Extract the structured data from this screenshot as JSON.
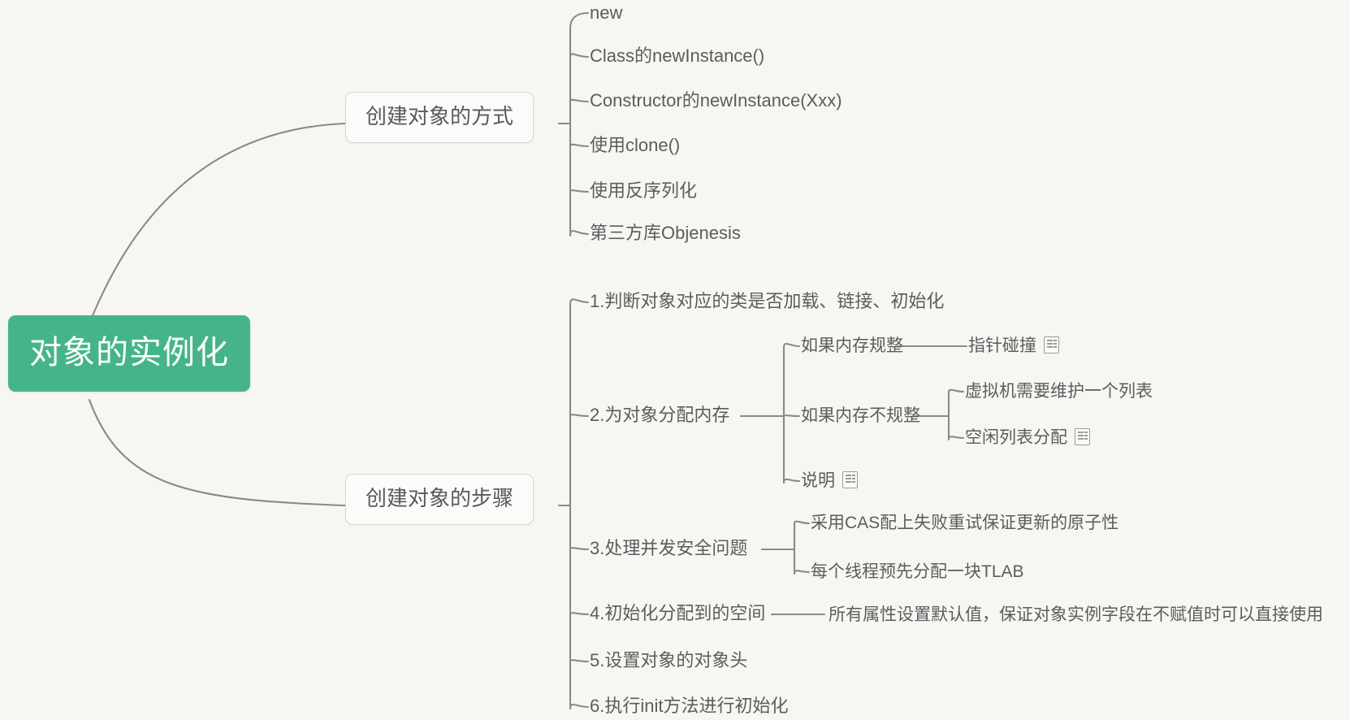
{
  "canvas": {
    "background_color": "#f6f6f3",
    "connector_color": "#8a8a85"
  },
  "root": {
    "label": "对象的实例化",
    "background_color": "#45b589",
    "text_color": "#ffffff"
  },
  "branches": [
    {
      "label": "创建对象的方式",
      "children": [
        {
          "label": "new"
        },
        {
          "label": "Class的newInstance()"
        },
        {
          "label": "Constructor的newInstance(Xxx)"
        },
        {
          "label": "使用clone()"
        },
        {
          "label": "使用反序列化"
        },
        {
          "label": "第三方库Objenesis"
        }
      ]
    },
    {
      "label": "创建对象的步骤",
      "children": [
        {
          "label": "1.判断对象对应的类是否加载、链接、初始化"
        },
        {
          "label": "2.为对象分配内存",
          "children": [
            {
              "label": "如果内存规整",
              "children": [
                {
                  "label": "指针碰撞",
                  "icon": "note-icon"
                }
              ]
            },
            {
              "label": "如果内存不规整",
              "children": [
                {
                  "label": "虚拟机需要维护一个列表"
                },
                {
                  "label": "空闲列表分配",
                  "icon": "note-icon"
                }
              ]
            },
            {
              "label": "说明",
              "icon": "note-icon"
            }
          ]
        },
        {
          "label": "3.处理并发安全问题",
          "children": [
            {
              "label": "采用CAS配上失败重试保证更新的原子性"
            },
            {
              "label": "每个线程预先分配一块TLAB"
            }
          ]
        },
        {
          "label": "4.初始化分配到的空间",
          "children": [
            {
              "label": "所有属性设置默认值，保证对象实例字段在不赋值时可以直接使用"
            }
          ]
        },
        {
          "label": "5.设置对象的对象头"
        },
        {
          "label": "6.执行init方法进行初始化"
        }
      ]
    }
  ]
}
